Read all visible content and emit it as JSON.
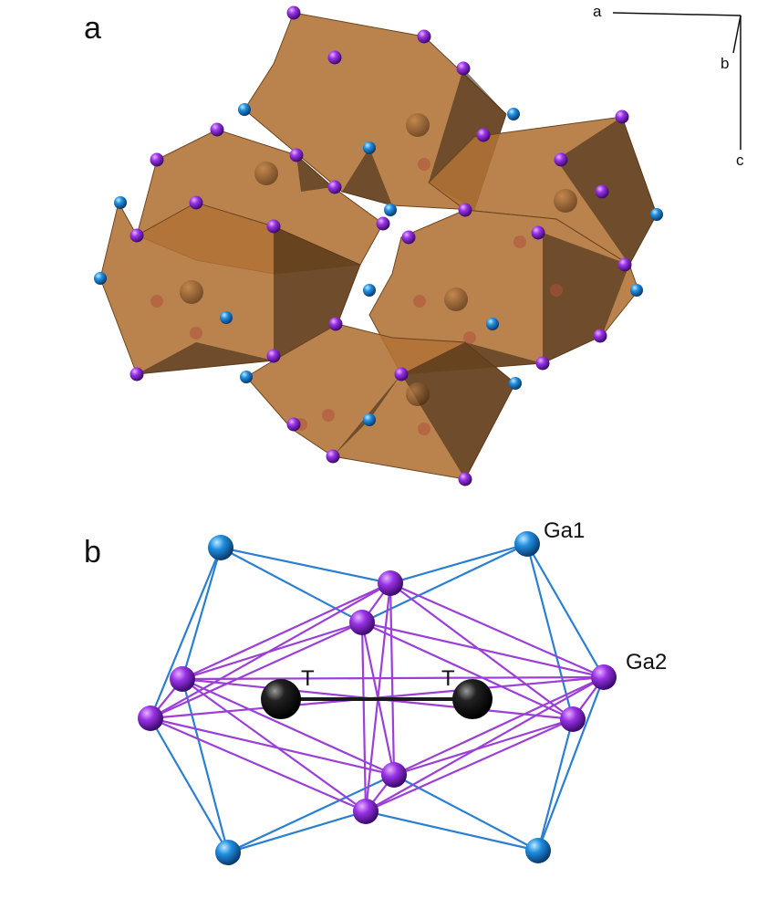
{
  "figure": {
    "panels": [
      {
        "id": "a",
        "label": "a"
      },
      {
        "id": "b",
        "label": "b"
      }
    ],
    "axes": {
      "a": "a",
      "b": "b",
      "c": "c"
    },
    "atom_labels": {
      "ga1": "Ga1",
      "ga2": "Ga2",
      "t_left": "T",
      "t_right": "T"
    },
    "colors": {
      "polyhedron_fill": "#b07235",
      "polyhedron_dark": "#3d2814",
      "ga1": "#1e90d8",
      "ga2": "#8a2be2",
      "ga2_bond": "#9b3fd6",
      "ga1_bond": "#2a7fd0",
      "transition_metal": "#111111",
      "interior_atom": "#6b3f14"
    }
  }
}
